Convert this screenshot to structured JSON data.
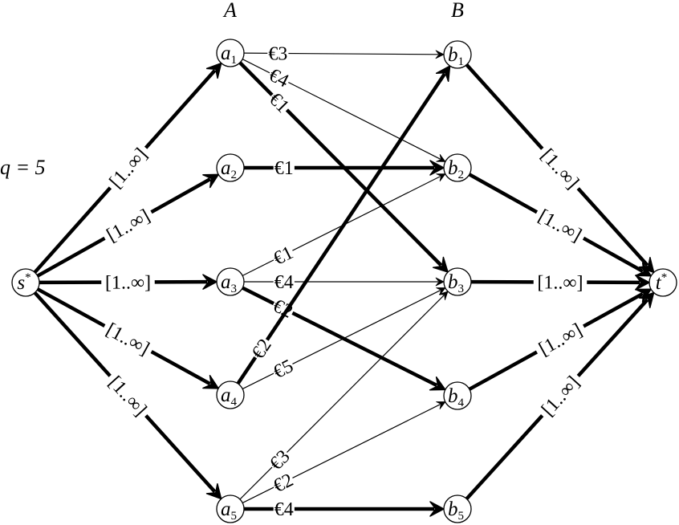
{
  "headers": {
    "left": "A",
    "right": "B"
  },
  "quota": "q = 5",
  "source": {
    "base": "s",
    "sup": "*"
  },
  "sink": {
    "base": "t",
    "sup": "*"
  },
  "a_nodes": [
    {
      "id": "a1",
      "base": "a",
      "sub": "1"
    },
    {
      "id": "a2",
      "base": "a",
      "sub": "2"
    },
    {
      "id": "a3",
      "base": "a",
      "sub": "3"
    },
    {
      "id": "a4",
      "base": "a",
      "sub": "4"
    },
    {
      "id": "a5",
      "base": "a",
      "sub": "5"
    }
  ],
  "b_nodes": [
    {
      "id": "b1",
      "base": "b",
      "sub": "1"
    },
    {
      "id": "b2",
      "base": "b",
      "sub": "2"
    },
    {
      "id": "b3",
      "base": "b",
      "sub": "3"
    },
    {
      "id": "b4",
      "base": "b",
      "sub": "4"
    },
    {
      "id": "b5",
      "base": "b",
      "sub": "5"
    }
  ],
  "source_edges": [
    {
      "to": "a1",
      "label": "[1..∞]",
      "bold": true
    },
    {
      "to": "a2",
      "label": "[1..∞]",
      "bold": true
    },
    {
      "to": "a3",
      "label": "[1..∞]",
      "bold": true
    },
    {
      "to": "a4",
      "label": "[1..∞]",
      "bold": true
    },
    {
      "to": "a5",
      "label": "[1..∞]",
      "bold": true
    }
  ],
  "sink_edges": [
    {
      "from": "b1",
      "label": "[1..∞]",
      "bold": true
    },
    {
      "from": "b2",
      "label": "[1..∞]",
      "bold": true
    },
    {
      "from": "b3",
      "label": "[1..∞]",
      "bold": true
    },
    {
      "from": "b4",
      "label": "[1..∞]",
      "bold": true
    },
    {
      "from": "b5",
      "label": "[1..∞]",
      "bold": true
    }
  ],
  "cost_edges": [
    {
      "from": "a1",
      "to": "b1",
      "label": "€3",
      "bold": false
    },
    {
      "from": "a1",
      "to": "b2",
      "label": "€4",
      "bold": false
    },
    {
      "from": "a1",
      "to": "b3",
      "label": "€1",
      "bold": true
    },
    {
      "from": "a2",
      "to": "b2",
      "label": "€1",
      "bold": true
    },
    {
      "from": "a3",
      "to": "b2",
      "label": "€1",
      "bold": false
    },
    {
      "from": "a3",
      "to": "b3",
      "label": "€4",
      "bold": false
    },
    {
      "from": "a3",
      "to": "b4",
      "label": "€2",
      "bold": true
    },
    {
      "from": "a4",
      "to": "b1",
      "label": "€2",
      "bold": true
    },
    {
      "from": "a4",
      "to": "b3",
      "label": "€5",
      "bold": false
    },
    {
      "from": "a5",
      "to": "b3",
      "label": "€3",
      "bold": false
    },
    {
      "from": "a5",
      "to": "b4",
      "label": "€2",
      "bold": false
    },
    {
      "from": "a5",
      "to": "b5",
      "label": "€4",
      "bold": true
    }
  ]
}
